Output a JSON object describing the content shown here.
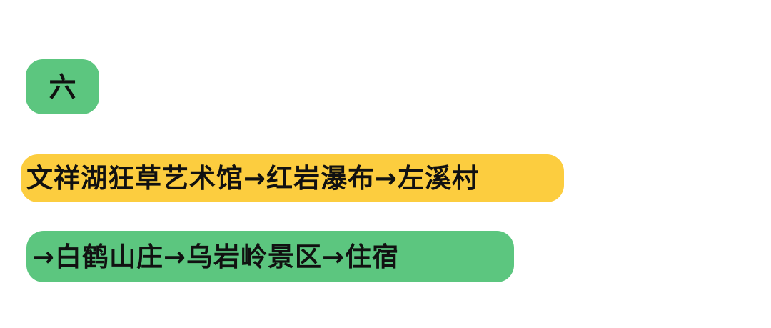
{
  "section": {
    "number_label": "六"
  },
  "route": {
    "line_1": "文祥湖狂草艺术馆→红岩瀑布→左溪村",
    "line_2": "→白鹤山庄→乌岩岭景区→住宿"
  },
  "colors": {
    "green": "#5cc67f",
    "yellow": "#fccd3f",
    "text": "#111111",
    "background": "#ffffff"
  }
}
